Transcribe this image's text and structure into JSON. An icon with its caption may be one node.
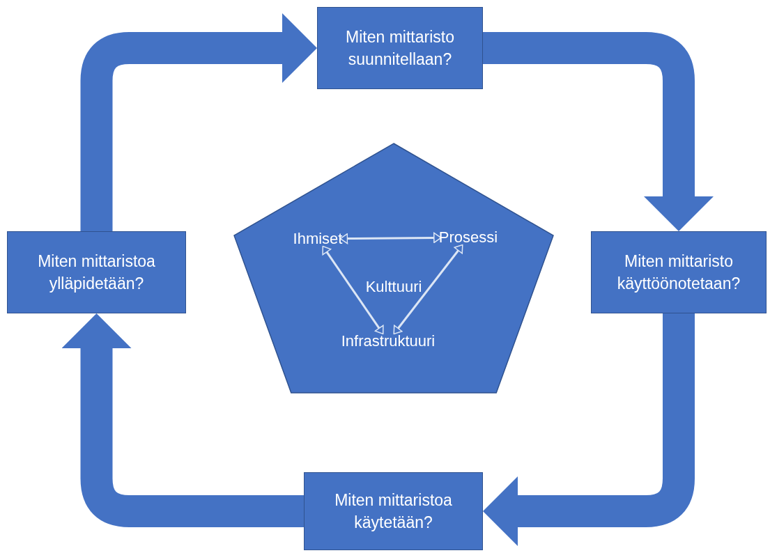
{
  "diagram": {
    "nodes": [
      {
        "text": [
          "Miten mittaristo suunnitellaan?"
        ]
      },
      {
        "text": [
          "Miten mittaristo käyttöönotetaan?"
        ]
      },
      {
        "text": [
          "Miten mittaristoa käytetään?"
        ]
      },
      {
        "text": [
          "Miten mittaristoa ylläpidetään?"
        ]
      },
      {
        "text": [],
        "shape": "pentagon"
      },
      {
        "text": [
          "Ihmiset"
        ],
        "in": 4
      },
      {
        "text": [
          "Prosessi"
        ],
        "in": 4
      },
      {
        "text": [
          "Kulttuuri"
        ],
        "in": 4
      },
      {
        "text": [
          "Infrastruktuuri"
        ],
        "in": 4
      }
    ],
    "edges": [
      {
        "from": 0,
        "to": 1,
        "arrow": "to"
      },
      {
        "from": 1,
        "to": 2,
        "arrow": "to"
      },
      {
        "from": 2,
        "to": 3,
        "arrow": "to"
      },
      {
        "from": 3,
        "to": 0,
        "arrow": "to"
      },
      {
        "from": 5,
        "to": 6,
        "arrow": "both",
        "color": "#dce6f5"
      },
      {
        "from": 5,
        "to": 8,
        "arrow": "both",
        "color": "#dce6f5"
      },
      {
        "from": 8,
        "to": 6,
        "arrow": "both",
        "color": "#dce6f5"
      }
    ]
  }
}
